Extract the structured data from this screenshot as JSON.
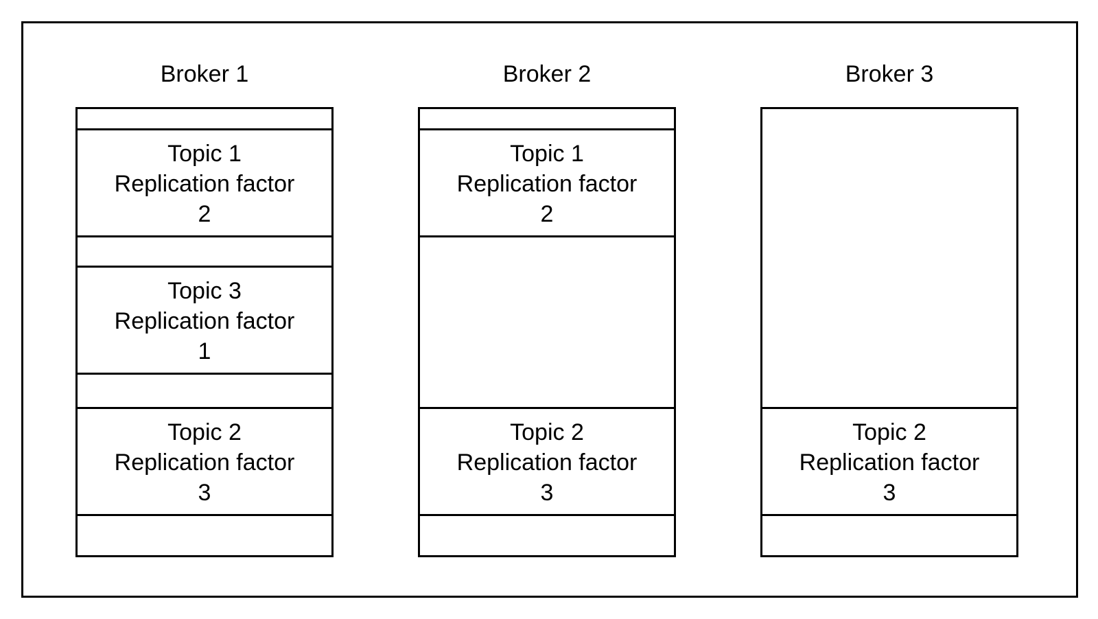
{
  "brokers": [
    {
      "title": "Broker 1",
      "partitions": [
        {
          "topic": "Topic 1",
          "label": "Replication factor",
          "factor": "2"
        },
        {
          "topic": "Topic 3",
          "label": "Replication factor",
          "factor": "1"
        },
        {
          "topic": "Topic 2",
          "label": "Replication factor",
          "factor": "3"
        }
      ]
    },
    {
      "title": "Broker 2",
      "partitions": [
        {
          "topic": "Topic 1",
          "label": "Replication factor",
          "factor": "2"
        },
        {
          "topic": "Topic 2",
          "label": "Replication factor",
          "factor": "3"
        }
      ]
    },
    {
      "title": "Broker 3",
      "partitions": [
        {
          "topic": "Topic 2",
          "label": "Replication factor",
          "factor": "3"
        }
      ]
    }
  ]
}
